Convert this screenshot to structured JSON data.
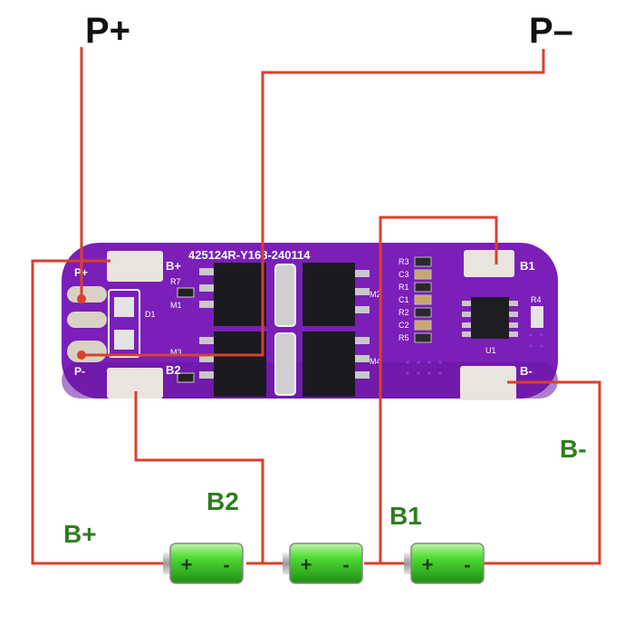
{
  "colors": {
    "wire": "#d9402b",
    "pcb": "#7a1fb8",
    "pcb_dark": "#4e0f80",
    "silk": "#ffffff",
    "pad": "#e9e5de",
    "mosfet": "#1a1a1f",
    "label_green": "#2f7d1f",
    "battery_green": "#3fcf2f"
  },
  "terminals": {
    "p_plus": "P+",
    "p_minus": "P–"
  },
  "wire_labels": {
    "b_plus": "B+",
    "b2": "B2",
    "b1": "B1",
    "b_minus": "B-"
  },
  "board": {
    "title": "425124R-Y168-240114",
    "pads": {
      "p_plus": "P+",
      "p_minus": "P-",
      "b_plus": "B+",
      "b2": "B2",
      "b1": "B1",
      "b_minus": "B-"
    },
    "components": {
      "d1": "D1",
      "r7": "R7",
      "m1": "M1",
      "m2": "M2",
      "m3": "M3",
      "m4": "M4",
      "r4": "R4",
      "u1": "U1",
      "resistors": [
        "R3",
        "C3",
        "R1",
        "C1",
        "R2",
        "C2",
        "R5"
      ]
    }
  },
  "batteries": [
    {
      "plus": "+",
      "minus": "-"
    },
    {
      "plus": "+",
      "minus": "-"
    },
    {
      "plus": "+",
      "minus": "-"
    }
  ]
}
